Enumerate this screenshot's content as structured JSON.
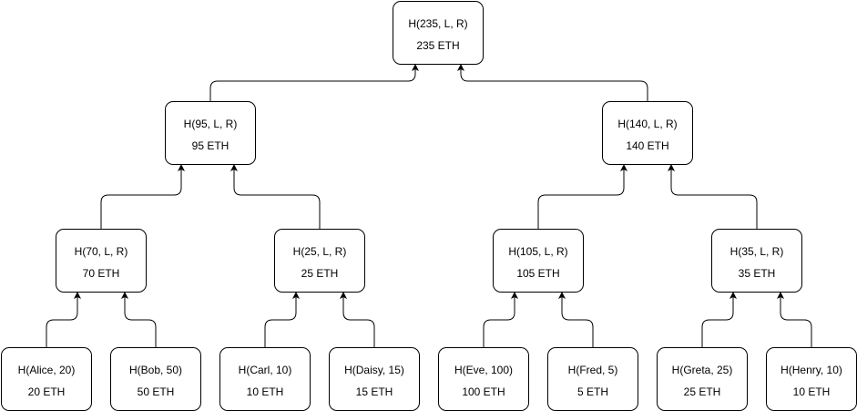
{
  "tree": {
    "root": {
      "hash": "H(235, L, R)",
      "amount": "235 ETH"
    },
    "level1": [
      {
        "hash": "H(95, L, R)",
        "amount": "95 ETH"
      },
      {
        "hash": "H(140, L, R)",
        "amount": "140 ETH"
      }
    ],
    "level2": [
      {
        "hash": "H(70, L, R)",
        "amount": "70 ETH"
      },
      {
        "hash": "H(25, L, R)",
        "amount": "25 ETH"
      },
      {
        "hash": "H(105, L, R)",
        "amount": "105 ETH"
      },
      {
        "hash": "H(35, L, R)",
        "amount": "35 ETH"
      }
    ],
    "leaves": [
      {
        "hash": "H(Alice, 20)",
        "amount": "20 ETH"
      },
      {
        "hash": "H(Bob, 50)",
        "amount": "50 ETH"
      },
      {
        "hash": "H(Carl, 10)",
        "amount": "10 ETH"
      },
      {
        "hash": "H(Daisy, 15)",
        "amount": "15 ETH"
      },
      {
        "hash": "H(Eve, 100)",
        "amount": "100 ETH"
      },
      {
        "hash": "H(Fred, 5)",
        "amount": "5 ETH"
      },
      {
        "hash": "H(Greta, 25)",
        "amount": "25 ETH"
      },
      {
        "hash": "H(Henry, 10)",
        "amount": "10 ETH"
      }
    ]
  },
  "colors": {
    "stroke": "#000000",
    "fill": "#ffffff",
    "text": "#000000"
  }
}
